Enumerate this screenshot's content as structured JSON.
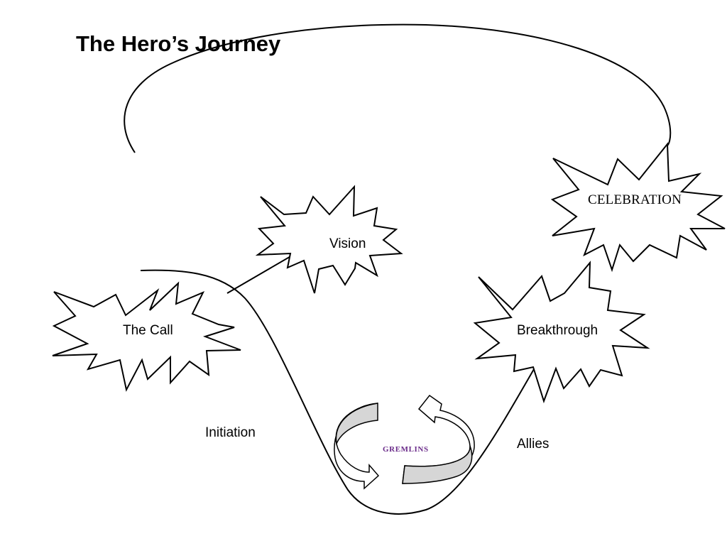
{
  "title": "The Hero’s Journey",
  "stages": {
    "call": "The Call",
    "vision": "Vision",
    "celebration": "CELEBRATION",
    "breakthrough": "Breakthrough",
    "initiation": "Initiation",
    "allies": "Allies",
    "gremlins": "GREMLINS"
  },
  "colors": {
    "stroke": "#000000",
    "arrow_fill": "#d6d6d6",
    "gremlins_text": "#6b2c8a",
    "burst_fill": "#ffffff"
  }
}
